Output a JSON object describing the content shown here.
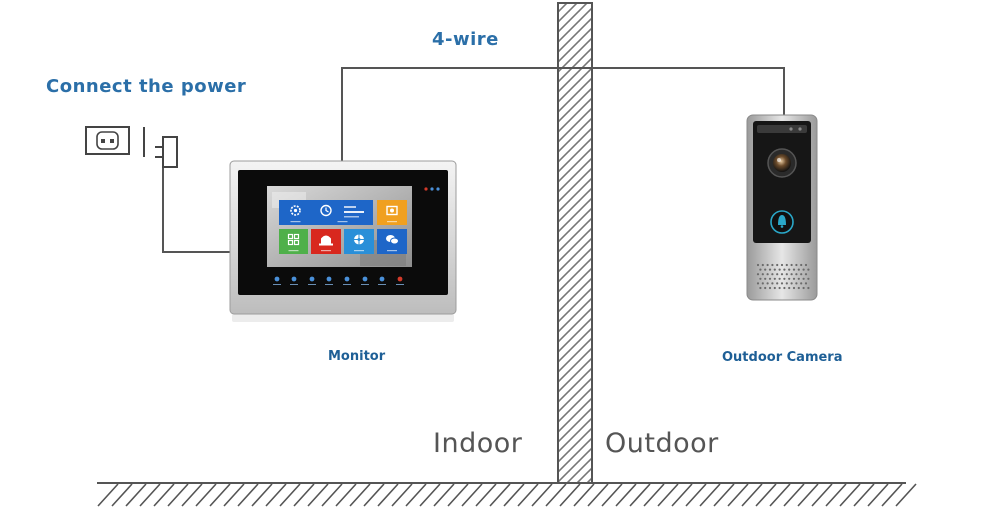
{
  "labels": {
    "wire": "4-wire",
    "power": "Connect the power",
    "monitor": "Monitor",
    "camera": "Outdoor Camera",
    "indoor": "Indoor",
    "outdoor": "Outdoor"
  },
  "colors": {
    "title_blue": "#2b6fa8",
    "caption_blue": "#1e5f96",
    "wire": "#555555",
    "app_tiles": [
      "#1e66c8",
      "#1e66c8",
      "#f0a020",
      "#4fb04a",
      "#d8281e",
      "#2a8fd8",
      "#1e66c8"
    ]
  },
  "icons": {
    "monitor_apps": [
      "gear-icon",
      "alarm-clock-icon",
      "photo-icon",
      "grid-icon",
      "alarm-light-icon",
      "fan-icon",
      "chat-icon"
    ],
    "camera": [
      "camera-lens-icon",
      "bell-icon"
    ]
  }
}
